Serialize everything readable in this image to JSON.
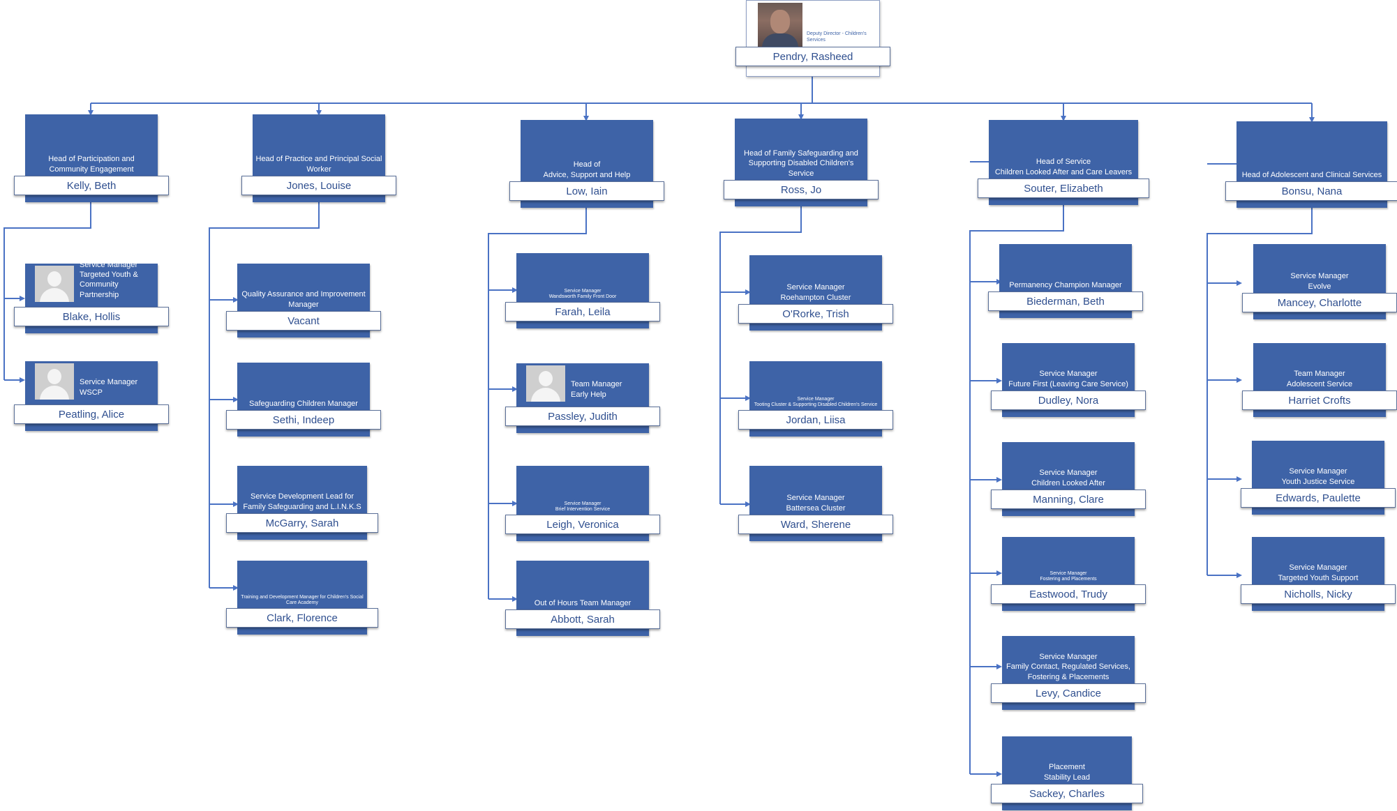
{
  "top": {
    "role": "Deputy Director - Children's Services",
    "name": "Pendry, Rasheed"
  },
  "heads": [
    {
      "role": "Head of Participation and Community Engagement",
      "name": "Kelly, Beth"
    },
    {
      "role": "Head of Practice and Principal Social Worker",
      "name": "Jones, Louise"
    },
    {
      "role": "Head of\nAdvice, Support and Help",
      "name": "Low, Iain"
    },
    {
      "role": "Head of Family Safeguarding and Supporting Disabled Children's Service",
      "name": "Ross, Jo"
    },
    {
      "role": "Head of Service\nChildren Looked After and Care Leavers",
      "name": "Souter, Elizabeth"
    },
    {
      "role": "Head of Adolescent and Clinical Services",
      "name": "Bonsu, Nana"
    }
  ],
  "reports": [
    [
      {
        "role": "Service Manager\nTargeted Youth & Community Partnership",
        "name": "Blake, Hollis"
      },
      {
        "role": "Service Manager\nWSCP",
        "name": "Peatling, Alice"
      }
    ],
    [
      {
        "role": "Quality Assurance and Improvement Manager",
        "name": "Vacant"
      },
      {
        "role": "Safeguarding Children Manager",
        "name": "Sethi, Indeep"
      },
      {
        "role": "Service Development Lead for Family Safeguarding and L.I.N.K.S",
        "name": "McGarry, Sarah"
      },
      {
        "role": "Training and Development Manager for Children's Social Care Academy",
        "name": "Clark, Florence"
      }
    ],
    [
      {
        "role": "Service Manager\nWandsworth Family Front Door",
        "name": "Farah, Leila"
      },
      {
        "role": "Team Manager\nEarly Help",
        "name": "Passley, Judith"
      },
      {
        "role": "Service Manager\nBrief Intervention Service",
        "name": "Leigh, Veronica"
      },
      {
        "role": "Out of Hours Team Manager",
        "name": "Abbott, Sarah"
      }
    ],
    [
      {
        "role": "Service Manager\nRoehampton Cluster",
        "name": "O'Rorke, Trish"
      },
      {
        "role": "Service Manager\nTooting Cluster & Supporting Disabled Children's Service",
        "name": "Jordan, Liisa"
      },
      {
        "role": "Service Manager\nBattersea Cluster",
        "name": "Ward, Sherene"
      }
    ],
    [
      {
        "role": "Permanency Champion Manager",
        "name": "Biederman, Beth"
      },
      {
        "role": "Service Manager\nFuture First (Leaving Care Service)",
        "name": "Dudley, Nora"
      },
      {
        "role": "Service Manager\nChildren Looked After",
        "name": "Manning, Clare"
      },
      {
        "role": "Service Manager\nFostering and Placements",
        "name": "Eastwood, Trudy"
      },
      {
        "role": "Service Manager\nFamily Contact, Regulated Services, Fostering & Placements",
        "name": "Levy, Candice"
      },
      {
        "role": "Placement\nStability Lead",
        "name": "Sackey, Charles"
      }
    ],
    [
      {
        "role": "Service Manager\nEvolve",
        "name": "Mancey, Charlotte"
      },
      {
        "role": "Team Manager\nAdolescent Service",
        "name": "Harriet Crofts"
      },
      {
        "role": "Service Manager\nYouth Justice Service",
        "name": "Edwards, Paulette"
      },
      {
        "role": "Service Manager\nTargeted Youth Support",
        "name": "Nicholls, Nicky"
      }
    ]
  ],
  "colors": {
    "card": "#3e63a7",
    "line": "#4a72c4",
    "name_text": "#2f4f8f"
  }
}
